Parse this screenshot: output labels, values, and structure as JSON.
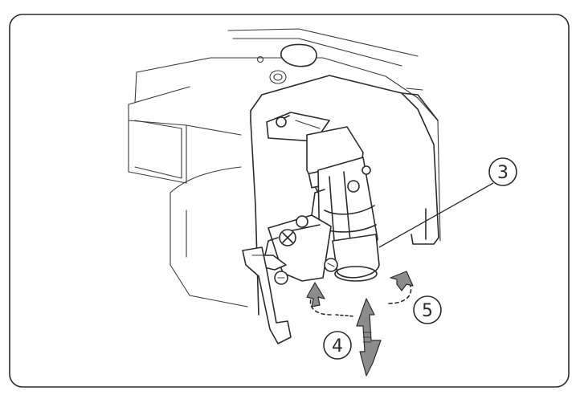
{
  "figure": {
    "callouts": [
      {
        "id": "part-3",
        "label": "3"
      },
      {
        "id": "op-4",
        "label": "4"
      },
      {
        "id": "op-5",
        "label": "5"
      }
    ],
    "colors": {
      "frame": "#2b2b2b",
      "ink": "#2b2b2b",
      "arrow_fill": "#8c8c8c",
      "background": "#ffffff"
    }
  }
}
